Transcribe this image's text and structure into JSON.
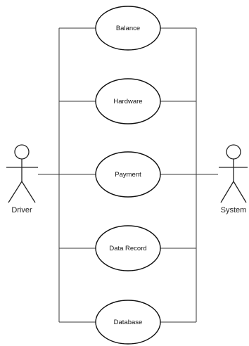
{
  "actors": {
    "left": {
      "label": "Driver"
    },
    "right": {
      "label": "System"
    }
  },
  "use_cases": [
    {
      "label": "Balance"
    },
    {
      "label": "Hardware"
    },
    {
      "label": "Payment"
    },
    {
      "label": "Data Record"
    },
    {
      "label": "Database"
    }
  ]
}
